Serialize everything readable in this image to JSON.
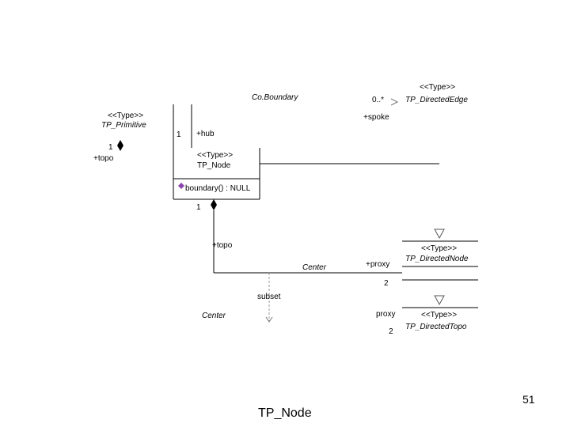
{
  "diagram": {
    "co_boundary": "Co.Boundary",
    "primitive": {
      "stereotype": "<<Type>>",
      "name": "TP_Primitive"
    },
    "node": {
      "stereotype": "<<Type>>",
      "name": "TP_Node",
      "operation": "boundary() : NULL"
    },
    "directed_edge": {
      "stereotype": "<<Type>>",
      "name": "TP_DirectedEdge"
    },
    "directed_node": {
      "stereotype": "<<Type>>",
      "name": "TP_DirectedNode"
    },
    "directed_topo": {
      "stereotype": "<<Type>>",
      "name": "TP_DirectedTopo"
    },
    "labels": {
      "topo_mult": "1",
      "topo_role": "+topo",
      "hub_mult": "1",
      "hub_role": "+hub",
      "spoke_mult": "0..*",
      "spoke_role": "+spoke",
      "node_topo_mult": "1",
      "node_topo_role": "+topo",
      "center_assoc": "Center",
      "proxy_role": "+proxy",
      "proxy_mult": "2",
      "subset": "subset",
      "center_lower": "Center",
      "proxy_role_2": "proxy",
      "proxy_mult_2": "2"
    }
  },
  "footer": {
    "page_number": "51",
    "caption": "TP_Node"
  }
}
